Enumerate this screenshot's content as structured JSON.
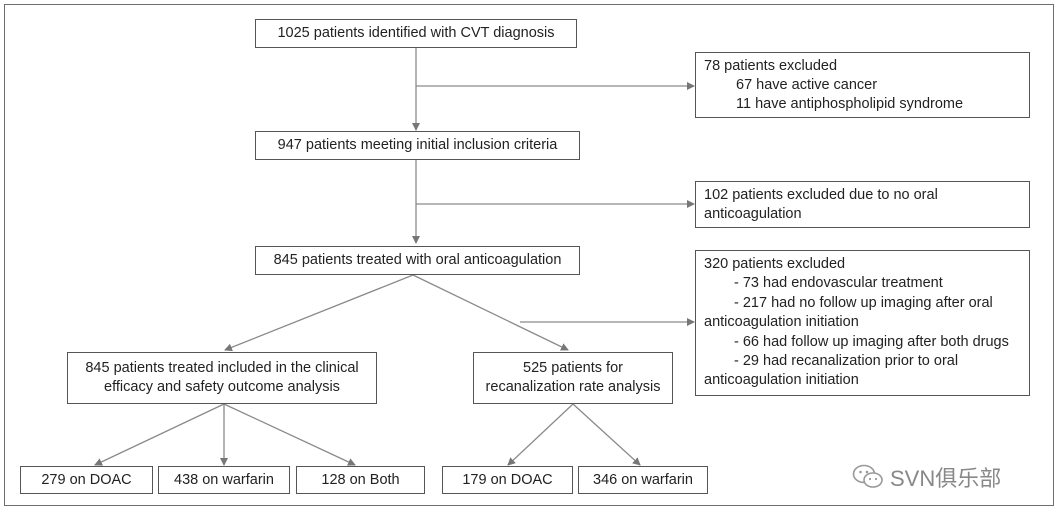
{
  "flow": {
    "identified": "1025 patients identified with CVT diagnosis",
    "excluded1": {
      "title": "78 patients excluded",
      "items": [
        "67 have active cancer",
        "11 have antiphospholipid syndrome"
      ]
    },
    "meeting": "947 patients meeting initial inclusion criteria",
    "excluded2": {
      "line1": "102 patients excluded due to no oral",
      "line2": "anticoagulation"
    },
    "treated": "845 patients treated with oral anticoagulation",
    "excluded3": {
      "title": "320 patients excluded",
      "lines": [
        "- 73 had endovascular treatment",
        "- 217 had no follow up imaging after oral",
        "anticoagulation initiation",
        "- 66 had follow up imaging after both drugs",
        "- 29 had recanalization prior to oral",
        "anticoagulation initiation"
      ]
    },
    "clinical": {
      "line1": "845 patients treated included in the clinical",
      "line2": "efficacy and safety outcome analysis"
    },
    "recan": {
      "line1": "525 patients for",
      "line2": "recanalization rate analysis"
    },
    "leaves": [
      "279 on DOAC",
      "438 on warfarin",
      "128 on Both",
      "179 on DOAC",
      "346 on warfarin"
    ]
  },
  "watermark": {
    "text": "SVN俱乐部",
    "icon": "wechat-icon"
  }
}
